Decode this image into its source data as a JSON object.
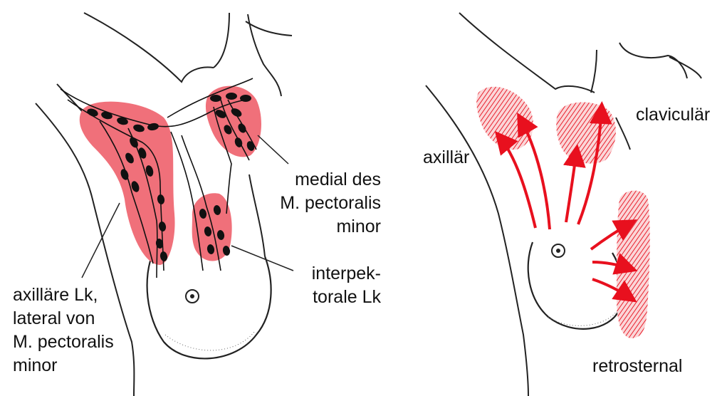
{
  "colors": {
    "lymph_region": "#f0707a",
    "hatch": "#e8202c",
    "arrow": "#e8101e",
    "outline": "#222222"
  },
  "left_figure": {
    "labels": {
      "medial_line1": "medial des",
      "medial_line2": "M. pectoralis",
      "medial_line3": "minor",
      "interpectoral_line1": "interpek-",
      "interpectoral_line2": "torale Lk",
      "axillary_line1": "axilläre Lk,",
      "axillary_line2": "lateral von",
      "axillary_line3": "M. pectoralis",
      "axillary_line4": "minor"
    }
  },
  "right_figure": {
    "labels": {
      "axillar": "axillär",
      "clavicular": "claviculär",
      "retrosternal": "retrosternal"
    }
  }
}
